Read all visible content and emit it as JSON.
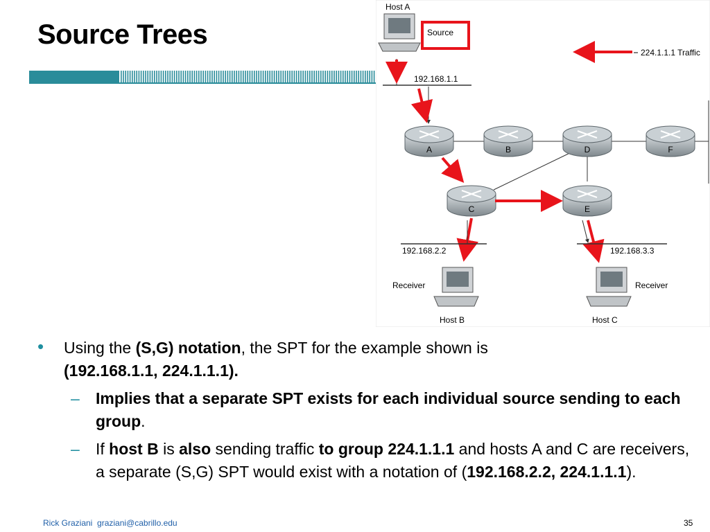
{
  "slide": {
    "title": "Source Trees",
    "footer": {
      "author": "Rick Graziani",
      "email": "graziani@cabrillo.edu",
      "page": "35"
    }
  },
  "diagram": {
    "source_label": "Source",
    "traffic_label": "224.1.1.1 Traffic",
    "hosts": {
      "a": "Host A",
      "b": "Host B",
      "c": "Host C"
    },
    "receiver_label": "Receiver",
    "networks": {
      "a": "192.168.1.1",
      "b": "192.168.2.2",
      "c": "192.168.3.3"
    },
    "routers": [
      "A",
      "B",
      "D",
      "F",
      "C",
      "E"
    ],
    "colors": {
      "arrow": "#e8141b",
      "router": "#9aa3a8",
      "accent": "#1f8fa0",
      "band": "#2a8c9a"
    }
  },
  "content": {
    "bullet1": {
      "t1": "Using the ",
      "b1": "(S,G) notation",
      "t2": ", the SPT for the example shown is ",
      "b2": "(192.168.1.1, 224.1.1.1)."
    },
    "sub1": {
      "b1": "Implies that a separate SPT exists for each individual source sending to each group",
      "t1": "."
    },
    "sub2": {
      "t1": "If ",
      "b1": "host B",
      "t2": " is ",
      "b2": "also",
      "t3": " sending traffic ",
      "b3": "to group 224.1.1.1",
      "t4": " and hosts A and C are receivers, a separate (S,G) SPT would exist with a notation of (",
      "b4": "192.168.2.2, 224.1.1.1",
      "t5": ")."
    }
  }
}
